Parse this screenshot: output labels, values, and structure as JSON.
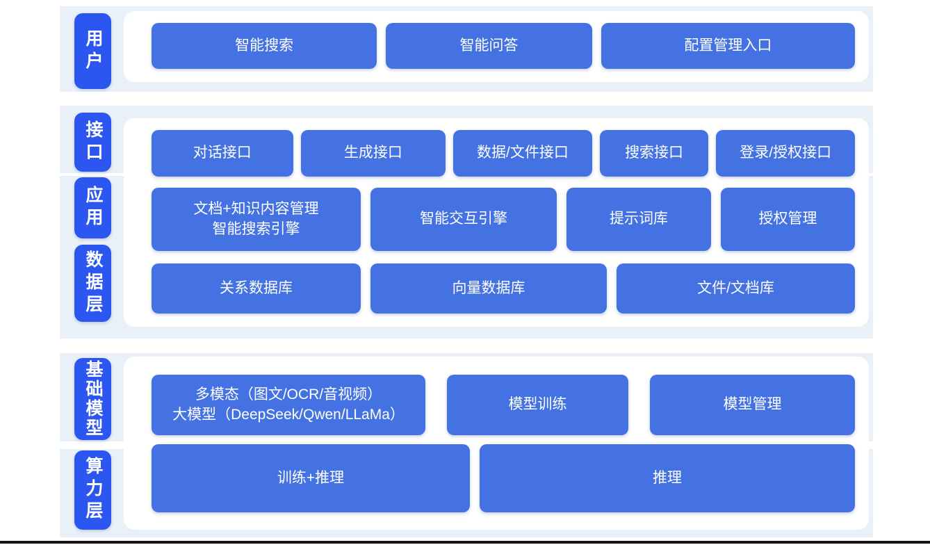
{
  "colors": {
    "page_bg": "#ffffff",
    "band_bg": "#EAF0F8",
    "panel_bg": "#ffffff",
    "layer_label_blue": "#2B57F0",
    "box_blue": "#4472E2",
    "text": "#ffffff",
    "bottom_line": "#151515"
  },
  "layers": {
    "user": {
      "label": "用户",
      "buttons": [
        "智能搜索",
        "智能问答",
        "配置管理入口"
      ]
    },
    "interface": {
      "label": "接口",
      "buttons": [
        "对话接口",
        "生成接口",
        "数据/文件接口",
        "搜索接口",
        "登录/授权接口"
      ]
    },
    "application": {
      "label": "应用",
      "buttons": [
        "文档+知识内容管理\n智能搜索引擎",
        "智能交互引擎",
        "提示词库",
        "授权管理"
      ]
    },
    "data": {
      "label": "数据层",
      "buttons": [
        "关系数据库",
        "向量数据库",
        "文件/文档库"
      ]
    },
    "foundation": {
      "label": "基础模型",
      "buttons": [
        "多模态（图文/OCR/音视频）\n大模型（DeepSeek/Qwen/LLaMa）",
        "模型训练",
        "模型管理"
      ]
    },
    "compute": {
      "label": "算力层",
      "buttons": [
        "训练+推理",
        "推理"
      ]
    }
  }
}
